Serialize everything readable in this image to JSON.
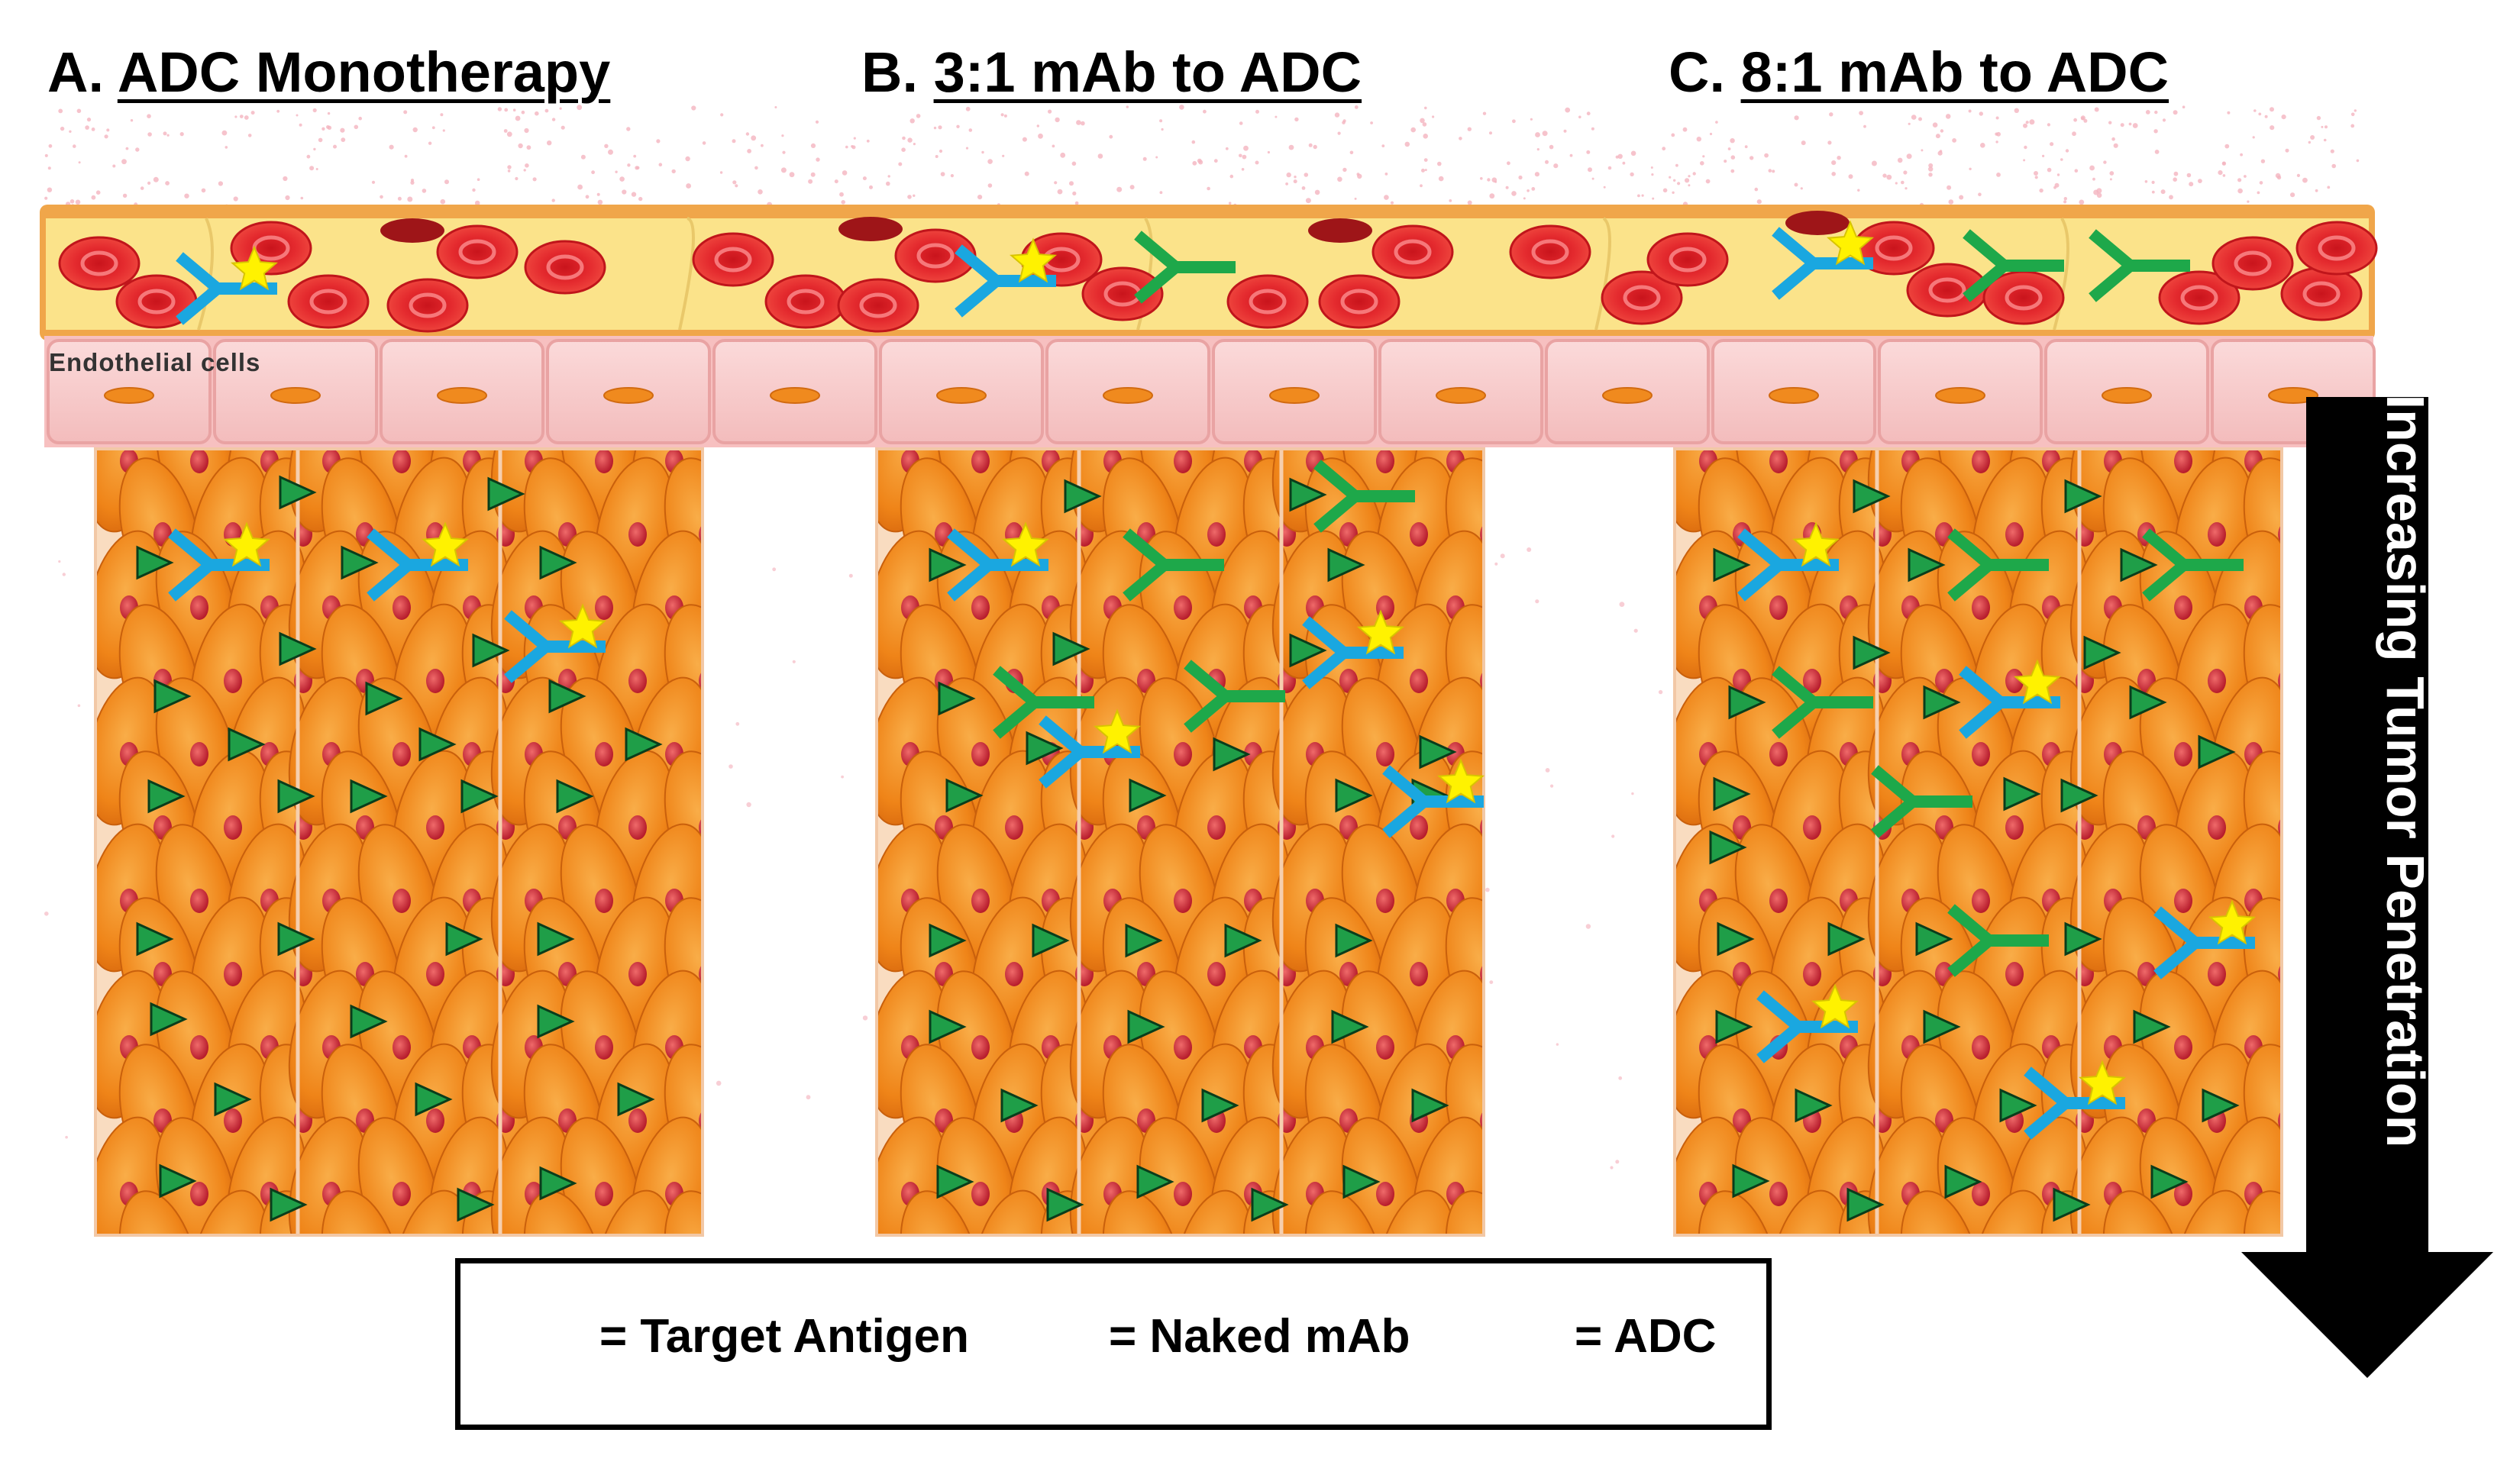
{
  "panels": [
    {
      "id": "A",
      "prefix": "A. ",
      "title": "ADC Monotherapy"
    },
    {
      "id": "B",
      "prefix": "B. ",
      "title": "3:1 mAb to ADC"
    },
    {
      "id": "C",
      "prefix": "C. ",
      "title": "8:1 mAb to ADC"
    }
  ],
  "vessel": {
    "endothelial_label": "Endothelial  cells"
  },
  "arrow": {
    "label": "Increasing Tumor Penetration"
  },
  "legend": {
    "antigen_label": "= Target Antigen",
    "naked_label": "= Naked mAb",
    "adc_label": "= ADC"
  },
  "colors": {
    "antigen": "#1f9e48",
    "naked_mab": "#1ea84a",
    "adc": "#1aa7e0",
    "payload_star": "#fff200",
    "tumor_cell": "#f28a1e",
    "nucleus": "#d33a4a",
    "plasma": "#fbe38a",
    "vessel_wall": "#f0a64a",
    "rbc": "#e0242a",
    "endothelium": "#f7c9c9",
    "arrow": "#000000"
  }
}
